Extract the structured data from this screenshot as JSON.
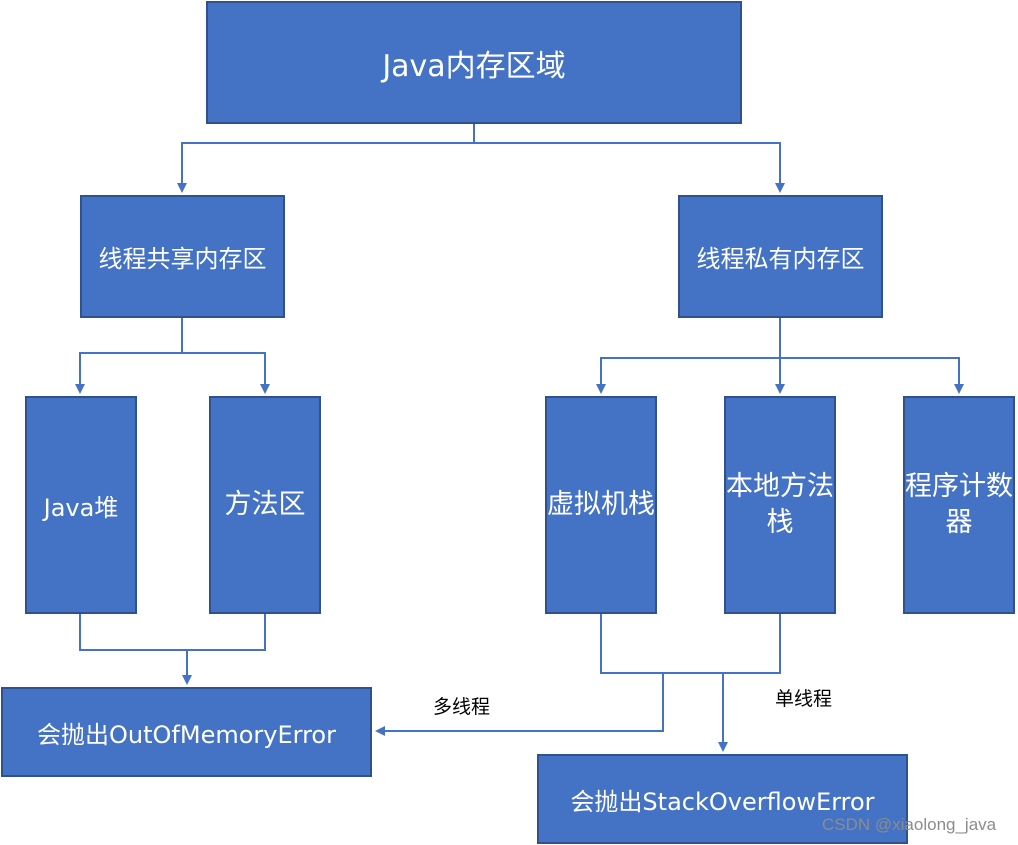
{
  "nodes": {
    "root": "Java内存区域",
    "shared": "线程共享内存区",
    "private": "线程私有内存区",
    "heap": "Java堆",
    "method_area": "方法区",
    "vm_stack": "虚拟机栈",
    "native_stack": "本地方法栈",
    "pc_register": "程序计数器",
    "oom_error": "会抛出OutOfMemoryError",
    "so_error": "会抛出StackOverflowError"
  },
  "edge_labels": {
    "multi_thread": "多线程",
    "single_thread": "单线程"
  },
  "watermark": "CSDN @xiaolong_java",
  "colors": {
    "box_fill": "#4472c4",
    "box_border": "#2f528f",
    "line": "#4472c4"
  }
}
